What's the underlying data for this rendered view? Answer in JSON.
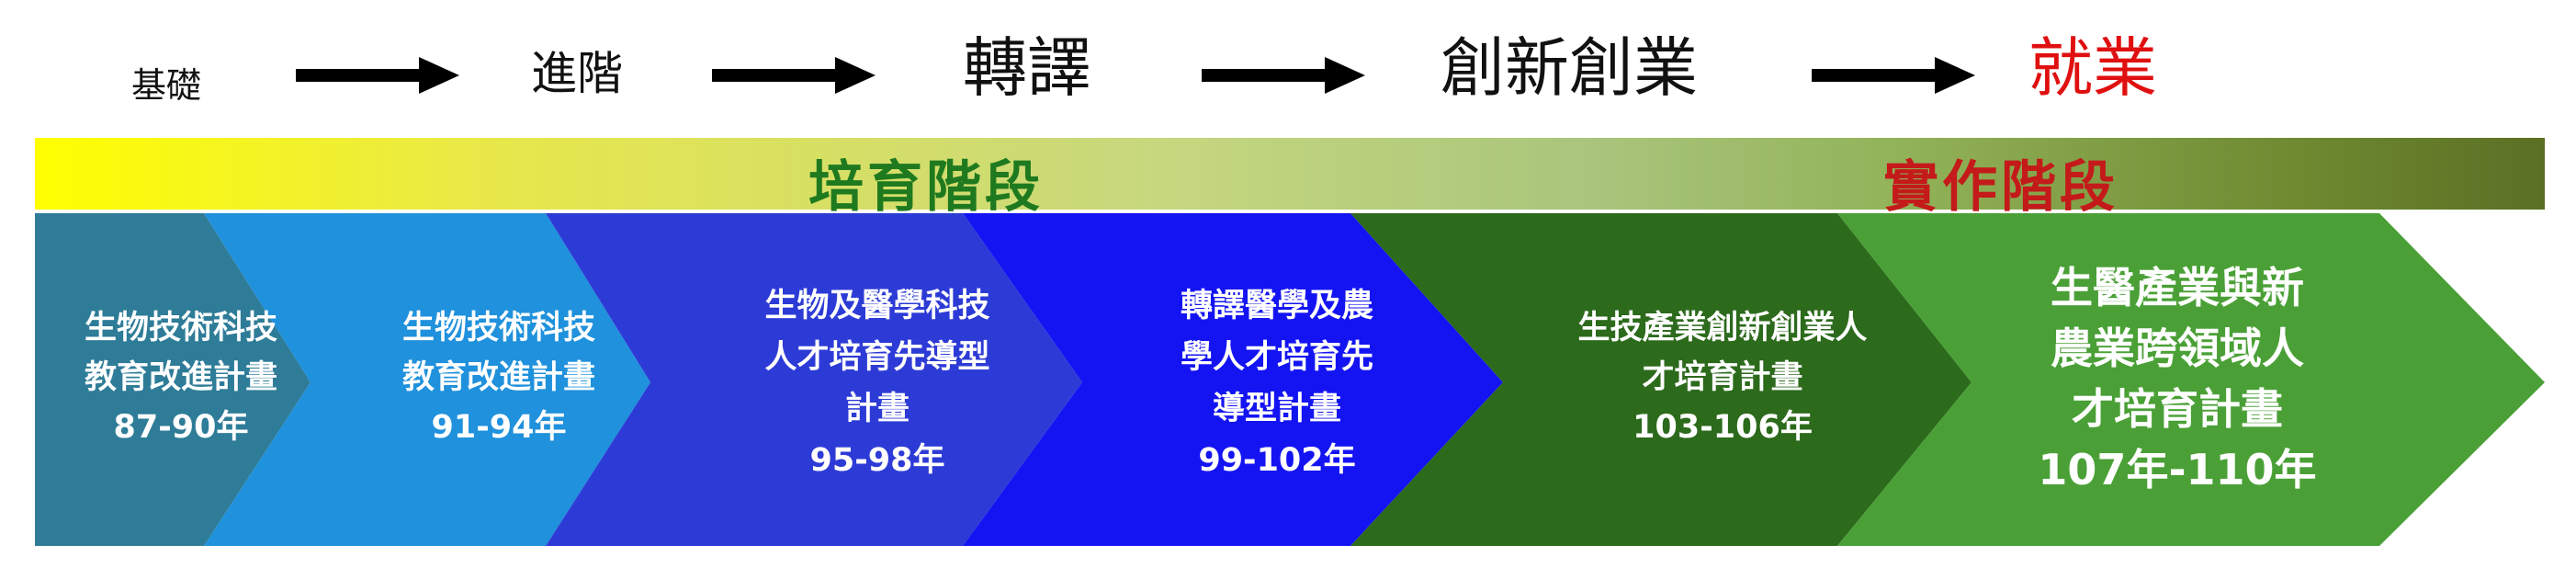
{
  "stages": [
    "基礎",
    "進階",
    "轉譯",
    "創新創業",
    "就業"
  ],
  "stage_colors": {
    "normal": "#111111",
    "final": "#e01010"
  },
  "phases": [
    {
      "label": "培育階段",
      "color": "#1f7a1f"
    },
    {
      "label": "實作階段",
      "color": "#c41a1a"
    }
  ],
  "programs": [
    {
      "lines": [
        "生物技術科技",
        "教育改進計畫",
        "87-90年"
      ],
      "color": "#2e7c98"
    },
    {
      "lines": [
        "生物技術科技",
        "教育改進計畫",
        "91-94年"
      ],
      "color": "#2091dc"
    },
    {
      "lines": [
        "生物及醫學科技",
        "人才培育先導型",
        "計畫",
        "95-98年"
      ],
      "color": "#2d3bd6"
    },
    {
      "lines": [
        "轉譯醫學及農",
        "學人才培育先",
        "導型計畫",
        "99-102年"
      ],
      "color": "#1414f2"
    },
    {
      "lines": [
        "生技產業創新創業人",
        "才培育計畫",
        "103-106年"
      ],
      "color": "#2c6a1c"
    },
    {
      "lines": [
        "生醫產業與新",
        "農業跨領域人",
        "才培育計畫",
        "107年-110年"
      ],
      "color": "#4aa036"
    }
  ]
}
